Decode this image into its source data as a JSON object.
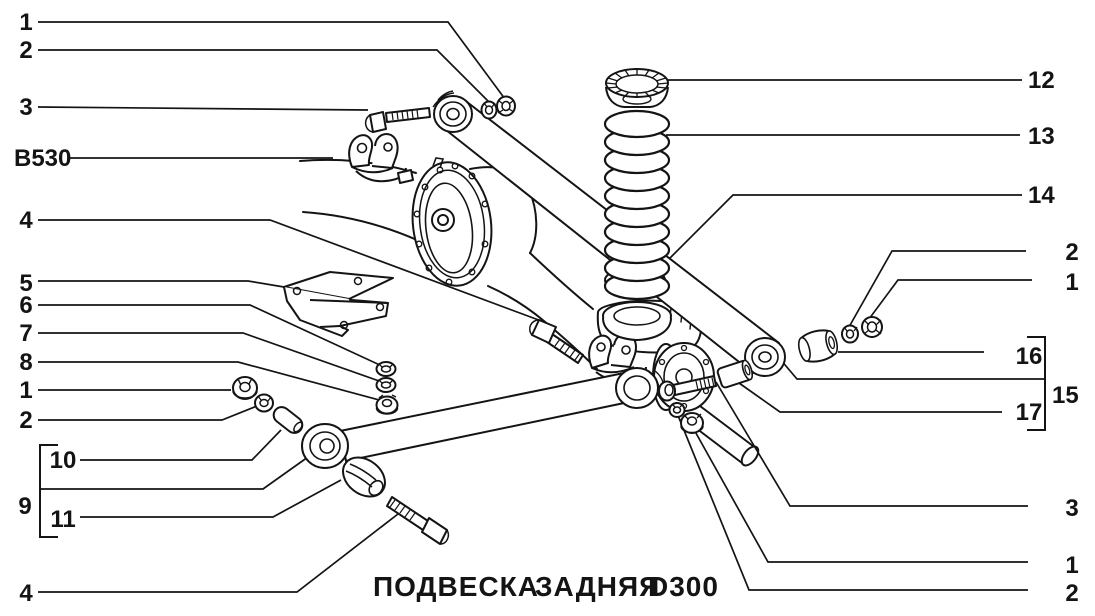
{
  "colors": {
    "ink": "#141414",
    "paper": "#ffffff"
  },
  "title": {
    "words": [
      "ПОДВЕСКА",
      "ЗАДНЯЯ",
      "D300"
    ]
  },
  "callouts": {
    "left": {
      "n1": "1",
      "n2": "2",
      "n3": "3",
      "code": "B530",
      "n4": "4",
      "n5": "5",
      "n6": "6",
      "n7": "7",
      "n8": "8",
      "n1b": "1",
      "n2b": "2",
      "n10": "10",
      "n9": "9",
      "n11": "11",
      "n4b": "4"
    },
    "right": {
      "n12": "12",
      "n13": "13",
      "n14": "14",
      "n2": "2",
      "n1": "1",
      "n16": "16",
      "n15": "15",
      "n17": "17",
      "n3": "3",
      "n1b": "1",
      "n2b": "2"
    }
  }
}
